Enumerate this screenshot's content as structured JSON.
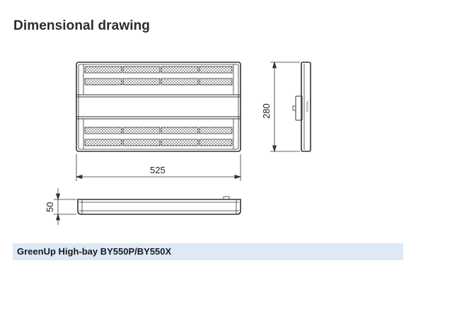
{
  "page": {
    "title": "Dimensional drawing"
  },
  "drawing": {
    "dimensions": {
      "width": "525",
      "depth": "280",
      "height": "50"
    },
    "brand_mark": "PHILIPS"
  },
  "caption": {
    "product": "GreenUp High-bay BY550P/BY550X"
  },
  "colors": {
    "caption_background": "#dde9f6",
    "line": "#333333"
  }
}
